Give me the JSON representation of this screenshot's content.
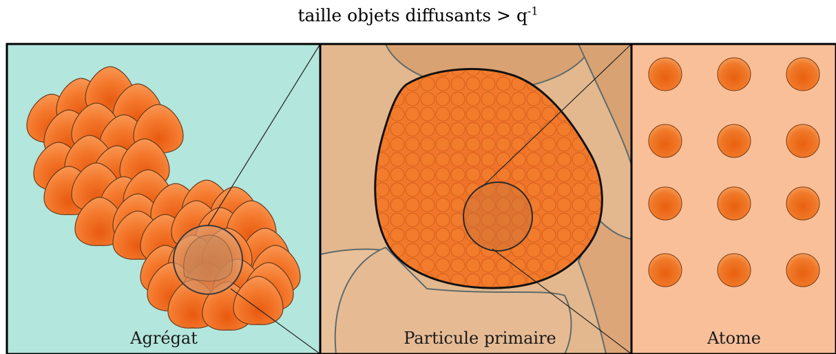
{
  "title": {
    "text": "taille objets diffusants > q",
    "exponent": "-1"
  },
  "panels": [
    {
      "id": "agregat",
      "label": "Agrégat"
    },
    {
      "id": "particule",
      "label": "Particule primaire"
    },
    {
      "id": "atome",
      "label": "Atome"
    }
  ],
  "colors": {
    "panel1_background": "#b3e6dc",
    "panel2_background": "#e3b88e",
    "panel3_background": "#f8bf99",
    "particle_orange": "#f27b2c",
    "particle_dark": "#e85d12",
    "outline": "#3a3a3a",
    "frame": "#000000"
  }
}
